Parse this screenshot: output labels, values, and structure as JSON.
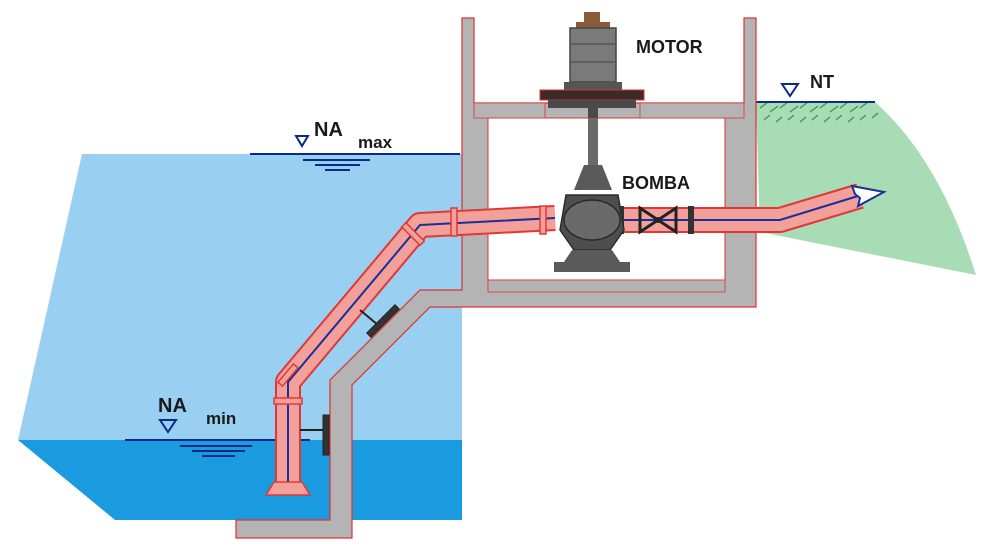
{
  "labels": {
    "motor": "MOTOR",
    "bomba": "BOMBA",
    "nt": "NT",
    "na_max_main": "NA",
    "na_max_sub": "max",
    "na_min_main": "NA",
    "na_min_sub": "min"
  },
  "colors": {
    "water_light": "#99d0f2",
    "water_dark": "#1a9be0",
    "ground": "#a8dcb4",
    "ground_hatch": "#3a9a5a",
    "wall_fill": "#b4b4b4",
    "wall_outline": "#e03030",
    "pipe_fill": "#f4a09a",
    "pipe_outline": "#e03838",
    "pipe_centerline": "#1a2f9a",
    "level_marker": "#0a2a8a",
    "machinery": "#555555"
  },
  "icons": {
    "level_marker": "inverted-triangle-icon",
    "flow_arrow": "arrow-right-icon",
    "valve": "gate-valve-icon"
  }
}
